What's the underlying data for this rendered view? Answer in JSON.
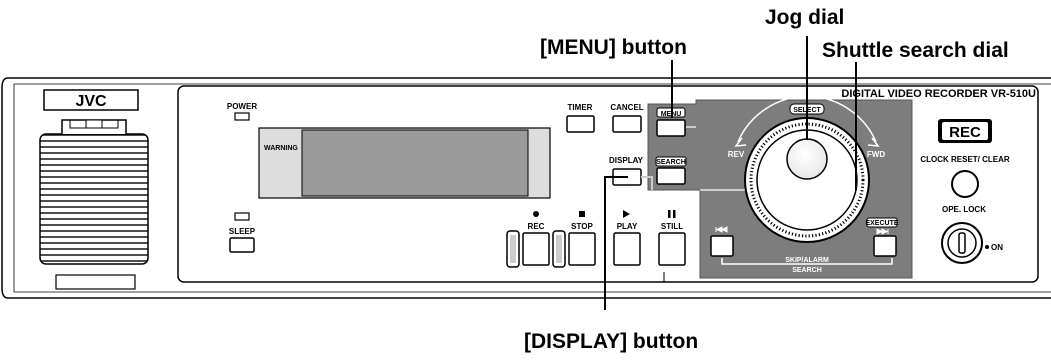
{
  "callouts": {
    "jog_dial": "Jog dial",
    "menu_button": "[MENU] button",
    "shuttle_dial": "Shuttle search dial",
    "display_button": "[DISPLAY] button"
  },
  "device": {
    "brand": "JVC",
    "model": "DIGITAL VIDEO RECORDER  VR-510U",
    "rec_badge": "REC",
    "labels": {
      "power": "POWER",
      "sleep": "SLEEP",
      "warning": "WARNING",
      "timer": "TIMER",
      "cancel": "CANCEL",
      "menu": "MENU",
      "display": "DISPLAY",
      "search": "SEARCH",
      "rec": "REC",
      "stop": "STOP",
      "play": "PLAY",
      "still": "STILL",
      "select": "SELECT",
      "rev": "REV",
      "fwd": "FWD",
      "execute": "EXECUTE",
      "skip_alarm": "SKIP/ALARM",
      "search_sub": "SEARCH",
      "clock_reset": "CLOCK RESET/ CLEAR",
      "ope_lock": "OPE. LOCK",
      "on": "ON"
    }
  }
}
